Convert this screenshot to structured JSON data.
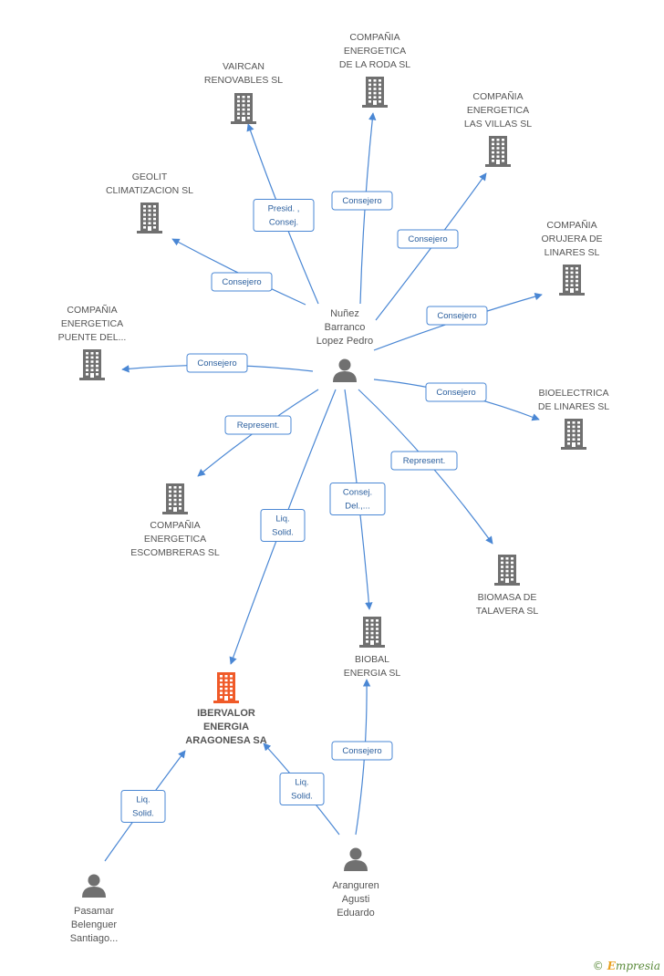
{
  "companies": [
    {
      "id": "vaircan",
      "lines": [
        "VAIRCAN",
        "RENOVABLES SL"
      ],
      "focus": false
    },
    {
      "id": "roda",
      "lines": [
        "COMPAÑIA",
        "ENERGETICA",
        "DE LA RODA SL"
      ],
      "focus": false
    },
    {
      "id": "villas",
      "lines": [
        "COMPAÑIA",
        "ENERGETICA",
        "LAS VILLAS SL"
      ],
      "focus": false
    },
    {
      "id": "geolit",
      "lines": [
        "GEOLIT",
        "CLIMATIZACION SL"
      ],
      "focus": false
    },
    {
      "id": "orujera",
      "lines": [
        "COMPAÑIA",
        "ORUJERA DE",
        "LINARES SL"
      ],
      "focus": false
    },
    {
      "id": "puente",
      "lines": [
        "COMPAÑIA",
        "ENERGETICA",
        "PUENTE DEL..."
      ],
      "focus": false
    },
    {
      "id": "bioelectrica",
      "lines": [
        "BIOELECTRICA",
        "DE LINARES SL"
      ],
      "focus": false
    },
    {
      "id": "escombreras",
      "lines": [
        "COMPAÑIA",
        "ENERGETICA",
        "ESCOMBRERAS SL"
      ],
      "focus": false
    },
    {
      "id": "biomasa",
      "lines": [
        "BIOMASA DE",
        "TALAVERA SL"
      ],
      "focus": false
    },
    {
      "id": "biobal",
      "lines": [
        "BIOBAL",
        "ENERGIA SL"
      ],
      "focus": false
    },
    {
      "id": "ibervalor",
      "lines": [
        "IBERVALOR",
        "ENERGIA",
        "ARAGONESA SA"
      ],
      "focus": true
    }
  ],
  "persons": [
    {
      "id": "nunez",
      "lines": [
        "Nuñez",
        "Barranco",
        "Lopez Pedro"
      ]
    },
    {
      "id": "pasamar",
      "lines": [
        "Pasamar",
        "Belenguer",
        "Santiago..."
      ]
    },
    {
      "id": "aranguren",
      "lines": [
        "Aranguren",
        "Agusti",
        "Eduardo"
      ]
    }
  ],
  "edges": [
    {
      "from": "nunez",
      "to": "vaircan",
      "label": [
        "Presid. ,",
        "Consej."
      ]
    },
    {
      "from": "nunez",
      "to": "roda",
      "label": [
        "Consejero"
      ]
    },
    {
      "from": "nunez",
      "to": "villas",
      "label": [
        "Consejero"
      ]
    },
    {
      "from": "nunez",
      "to": "geolit",
      "label": [
        "Consejero"
      ]
    },
    {
      "from": "nunez",
      "to": "orujera",
      "label": [
        "Consejero"
      ]
    },
    {
      "from": "nunez",
      "to": "puente",
      "label": [
        "Consejero"
      ]
    },
    {
      "from": "nunez",
      "to": "bioelectrica",
      "label": [
        "Consejero"
      ]
    },
    {
      "from": "nunez",
      "to": "escombreras",
      "label": [
        "Represent."
      ]
    },
    {
      "from": "nunez",
      "to": "biomasa",
      "label": [
        "Represent."
      ]
    },
    {
      "from": "nunez",
      "to": "biobal",
      "label": [
        "Consej.",
        "Del.,..."
      ]
    },
    {
      "from": "nunez",
      "to": "ibervalor",
      "label": [
        "Liq.",
        "Solid."
      ]
    },
    {
      "from": "pasamar",
      "to": "ibervalor",
      "label": [
        "Liq.",
        "Solid."
      ]
    },
    {
      "from": "aranguren",
      "to": "ibervalor",
      "label": [
        "Liq.",
        "Solid."
      ]
    },
    {
      "from": "aranguren",
      "to": "biobal",
      "label": [
        "Consejero"
      ]
    }
  ],
  "footer": {
    "copyright_symbol": "©",
    "brand_initial": "E",
    "brand_rest": "mpresia"
  }
}
